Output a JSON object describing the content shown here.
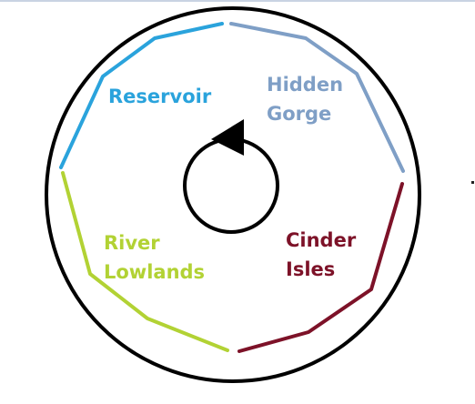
{
  "diagram": {
    "regions": [
      {
        "id": "reservoir",
        "lines": [
          "Reservoir"
        ],
        "color": "#2aa3dc"
      },
      {
        "id": "hidden-gorge",
        "lines": [
          "Hidden",
          "Gorge"
        ],
        "color": "#7f9fc6"
      },
      {
        "id": "cinder-isles",
        "lines": [
          "Cinder",
          "Isles"
        ],
        "color": "#7d1228"
      },
      {
        "id": "river-lowlands",
        "lines": [
          "River",
          "Lowlands"
        ],
        "color": "#b2d234"
      }
    ],
    "outline_color": "#000000",
    "cycle_direction": "counterclockwise"
  }
}
